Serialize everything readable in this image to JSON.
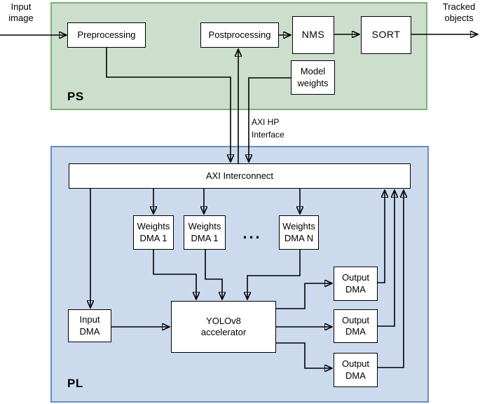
{
  "labels": {
    "input_external": "Input image",
    "tracked_external": "Tracked objects",
    "ps_region": "PS",
    "pl_region": "PL",
    "axi_hp_interface": "AXI HP Interface",
    "ellipsis": "..."
  },
  "nodes": {
    "preprocessing": "Preprocessing",
    "postprocessing": "Postprocessing",
    "nms": "NMS",
    "sort": "SORT",
    "model_weights": "Model weights",
    "axi_interconnect": "AXI Interconnect",
    "weights_dma_1a": "Weights DMA 1",
    "weights_dma_1b": "Weights DMA 1",
    "weights_dma_n": "Weights DMA N",
    "input_dma": "Input DMA",
    "yolov8_accelerator": "YOLOv8 accelerator",
    "output_dma_1": "Output DMA",
    "output_dma_2": "Output DMA",
    "output_dma_3": "Output DMA"
  },
  "colors": {
    "ps_fill": "#ccdecc",
    "ps_border": "#7cb074",
    "pl_fill": "#ccdaee",
    "pl_border": "#6a8dbf",
    "node_fill": "#ffffff",
    "node_border": "#000000",
    "wire": "#000000"
  }
}
